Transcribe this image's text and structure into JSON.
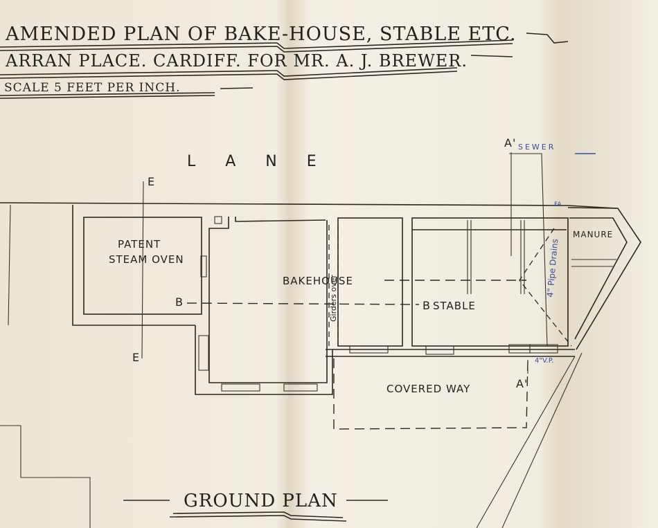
{
  "header": {
    "title_line1": "AMENDED PLAN OF BAKE-HOUSE, STABLE ETC.",
    "title_line2": "ARRAN PLACE. CARDIFF. FOR MR. A. J. BREWER.",
    "scale": "SCALE 5 FEET PER INCH."
  },
  "plan": {
    "lane": "L A N E",
    "oven_line1": "PATENT",
    "oven_line2": "STEAM OVEN",
    "bakehouse": "BAKEHOUSE",
    "girders": "Girders over",
    "stable": "STABLE",
    "manure": "MANURE",
    "covered_way": "COVERED WAY",
    "section_e": "E",
    "section_b": "B",
    "section_a": "A'",
    "sewer": "SEWER",
    "fa": "FA",
    "pipe_drains": "4\" Pipe Drains",
    "vp": "4\"V.P.",
    "footer": "GROUND PLAN"
  },
  "colors": {
    "paper": "#efe9da",
    "ink": "#2b2622",
    "blue_ink": "#3b4a9a"
  }
}
